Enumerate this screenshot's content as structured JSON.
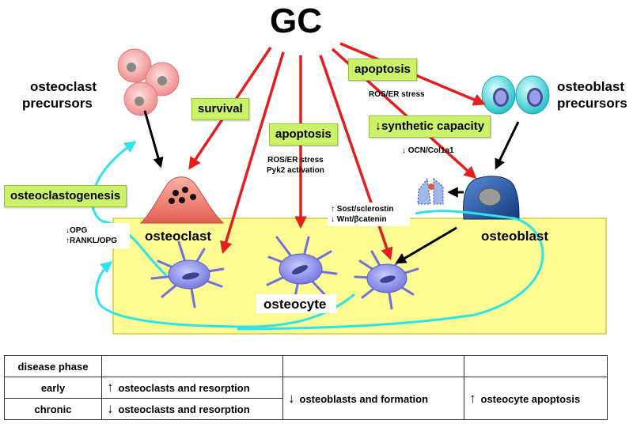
{
  "title": "GC",
  "labels": {
    "osteoclast_precursors": [
      "osteoclast",
      "precursors"
    ],
    "osteoblast_precursors": [
      "osteoblast",
      "precursors"
    ],
    "osteoclast": "osteoclast",
    "osteoblast": "osteoblast",
    "osteocyte": "osteocyte"
  },
  "effects": {
    "survival": "survival",
    "apoptosis_osteocyte": "apoptosis",
    "apoptosis_osteoblast": "apoptosis",
    "synthetic_capacity": "synthetic capacity",
    "osteoclastogenesis": "osteoclastogenesis"
  },
  "notes": {
    "ros_osteocyte": [
      "ROS/ER stress",
      "Pyk2 activation"
    ],
    "ros_osteoblast": "ROS/ER stress",
    "ocn": "OCN/Col1a1",
    "sost": "Sost/sclerostin",
    "wnt": "Wnt/βcatenin",
    "opg": "OPG",
    "rankl": "RANKL/OPG"
  },
  "table": {
    "header": [
      "disease phase",
      "",
      "",
      ""
    ],
    "early_phase": "early",
    "chronic_phase": "chronic",
    "early_clasts": "osteoclasts and resorption",
    "chronic_clasts": "osteoclasts and resorption",
    "blasts": "osteoblasts and formation",
    "cytes": "osteocyte apoptosis"
  },
  "colors": {
    "bone": "#fdfb91",
    "green_box": "#ccf26a",
    "red_arrow": "#e41e1e",
    "cyan_arrow": "#2ee3ea",
    "osteocyte": "#8c8ff0",
    "osteoclast": "#f26a6a",
    "osteoblast": "#1f4f9a"
  },
  "icons": {
    "up": "up-arrow-icon",
    "down": "down-arrow-icon"
  }
}
